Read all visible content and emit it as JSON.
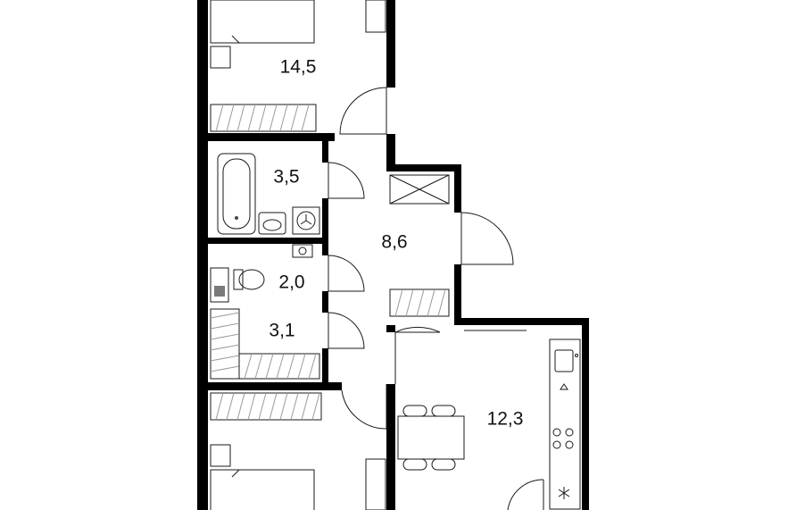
{
  "floor_plan": {
    "rooms": [
      {
        "id": "bedroom-top",
        "area": "14,5"
      },
      {
        "id": "bathroom",
        "area": "3,5"
      },
      {
        "id": "toilet",
        "area": "2,0"
      },
      {
        "id": "wardrobe",
        "area": "3,1"
      },
      {
        "id": "hallway",
        "area": "8,6"
      },
      {
        "id": "kitchen",
        "area": "12,3"
      }
    ]
  }
}
